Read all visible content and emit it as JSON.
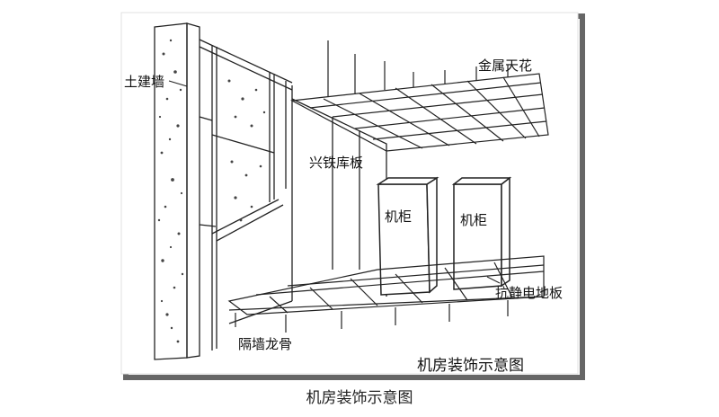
{
  "figure": {
    "labels": {
      "civil_wall": "土建墙",
      "metal_ceiling": "金属天花",
      "steel_panel": "兴铁库板",
      "cabinet_left": "机柜",
      "cabinet_right": "机柜",
      "antistatic_floor": "抗静电地板",
      "partition_keel": "隔墙龙骨",
      "inner_title": "机房装饰示意图"
    }
  },
  "caption": "机房装饰示意图"
}
